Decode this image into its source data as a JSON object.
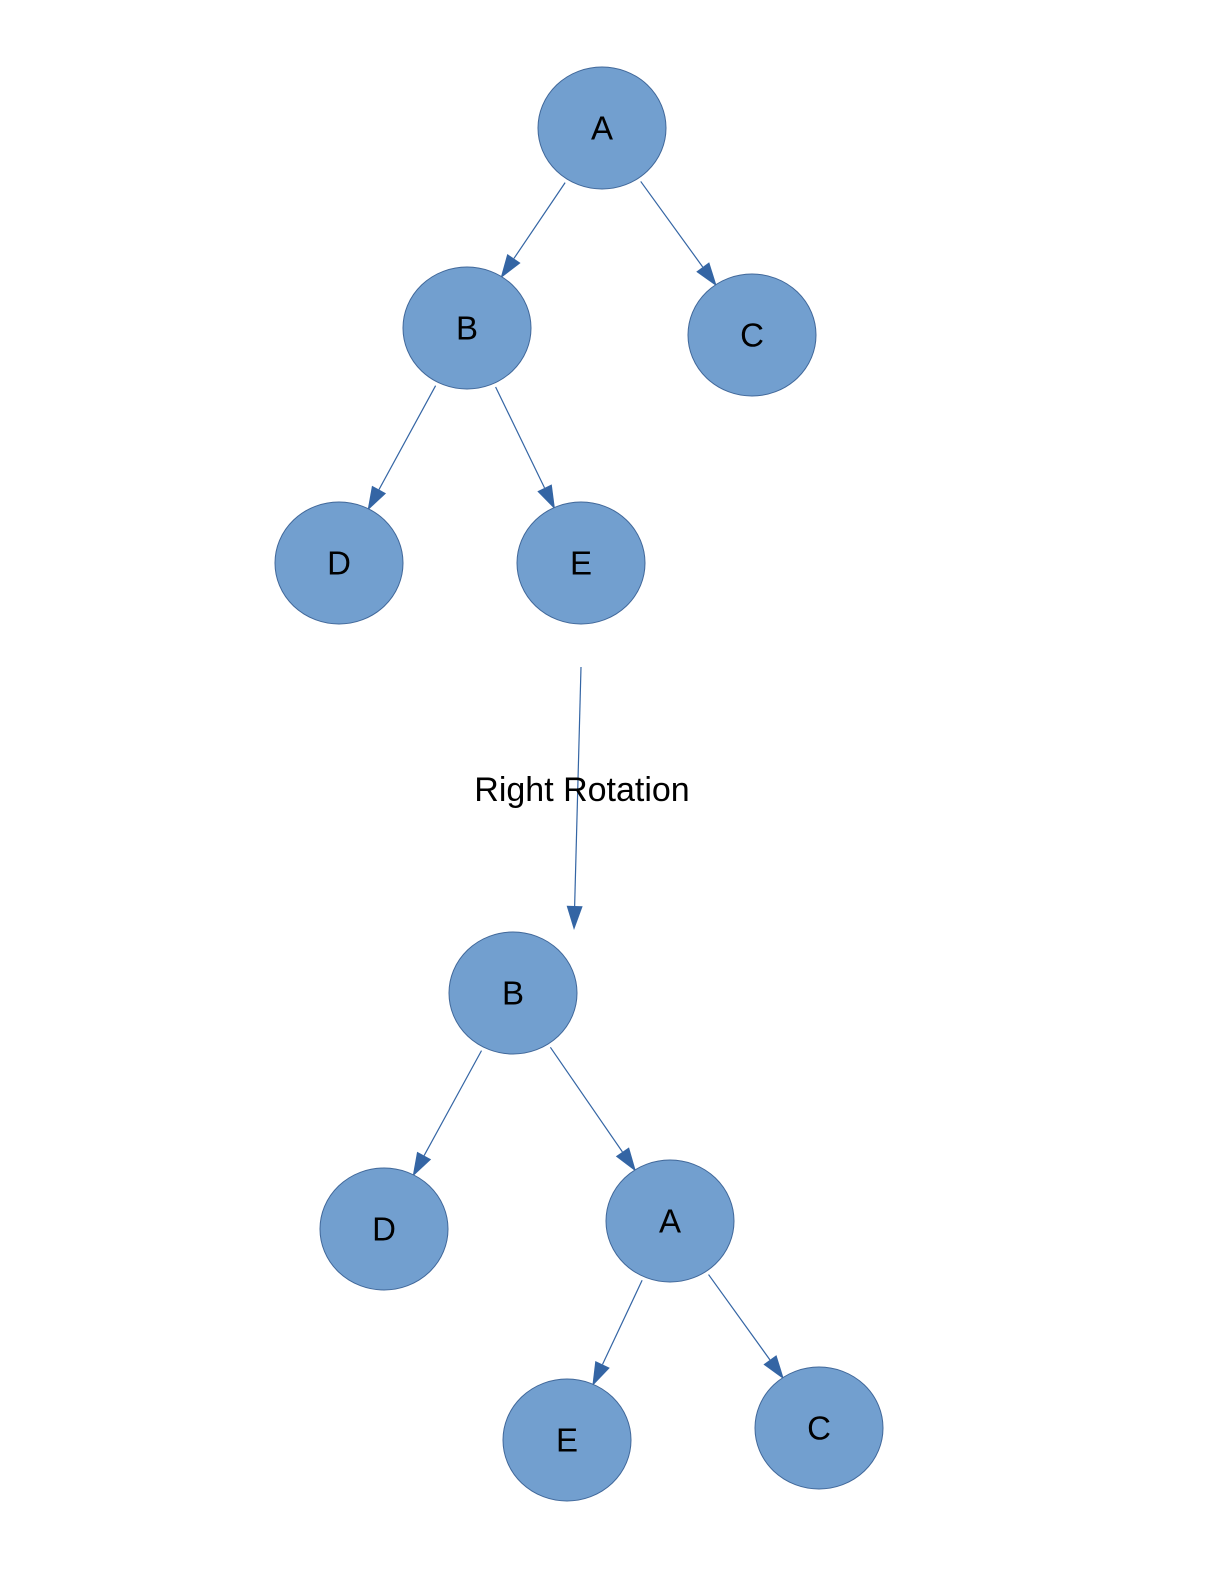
{
  "colors": {
    "node_fill": "#729fcf",
    "edge": "#3465a4",
    "text": "#000000"
  },
  "top_tree": {
    "nodes": [
      {
        "id": "top-A",
        "label": "A"
      },
      {
        "id": "top-B",
        "label": "B"
      },
      {
        "id": "top-C",
        "label": "C"
      },
      {
        "id": "top-D",
        "label": "D"
      },
      {
        "id": "top-E",
        "label": "E"
      }
    ],
    "edges": [
      {
        "from": "top-A",
        "to": "top-B"
      },
      {
        "from": "top-A",
        "to": "top-C"
      },
      {
        "from": "top-B",
        "to": "top-D"
      },
      {
        "from": "top-B",
        "to": "top-E"
      }
    ]
  },
  "transition": {
    "label": "Right Rotation"
  },
  "bottom_tree": {
    "nodes": [
      {
        "id": "bottom-B",
        "label": "B"
      },
      {
        "id": "bottom-D",
        "label": "D"
      },
      {
        "id": "bottom-A",
        "label": "A"
      },
      {
        "id": "bottom-E",
        "label": "E"
      },
      {
        "id": "bottom-C",
        "label": "C"
      }
    ],
    "edges": [
      {
        "from": "bottom-B",
        "to": "bottom-D"
      },
      {
        "from": "bottom-B",
        "to": "bottom-A"
      },
      {
        "from": "bottom-A",
        "to": "bottom-E"
      },
      {
        "from": "bottom-A",
        "to": "bottom-C"
      }
    ]
  }
}
